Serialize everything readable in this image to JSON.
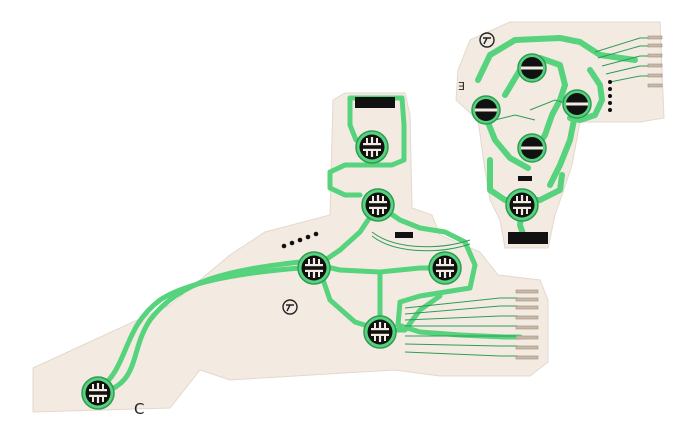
{
  "image": {
    "subject": "controller-conductive-film-membrane-pair",
    "marks": {
      "left_corner_letter": "C",
      "right_side_letter": "E"
    },
    "colors": {
      "background": "#ffffff",
      "film": "#f3ebe2",
      "film_edge": "#e3d8cc",
      "trace_green": "#57d27d",
      "trace_dark": "#2e9c55",
      "pad_black": "#111111",
      "connector": "#c9b9a7"
    }
  }
}
